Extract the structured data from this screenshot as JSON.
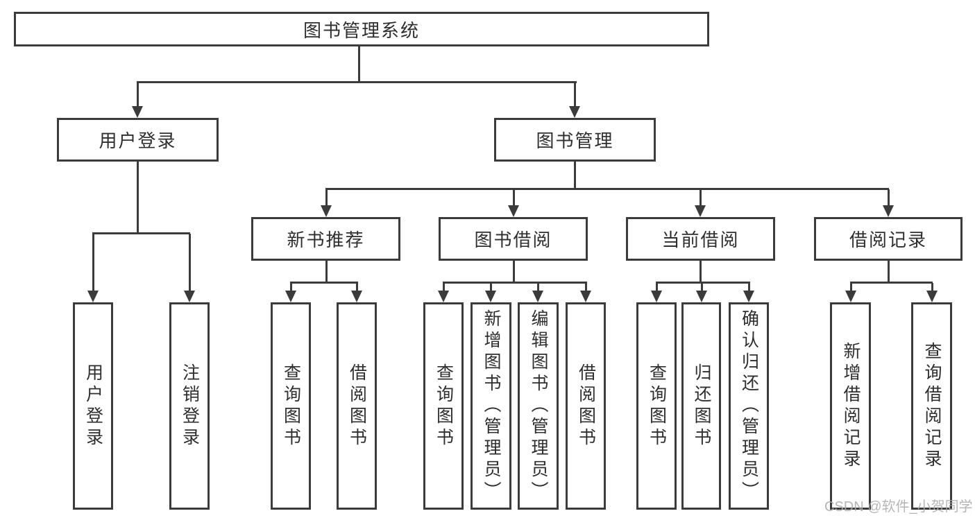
{
  "diagram": {
    "root": {
      "label": "图书管理系统"
    },
    "user_login": {
      "label": "用户登录",
      "children": [
        {
          "label": "用户登录"
        },
        {
          "label": "注销登录"
        }
      ]
    },
    "book_mgmt": {
      "label": "图书管理",
      "groups": [
        {
          "label": "新书推荐",
          "children": [
            {
              "label": "查询图书"
            },
            {
              "label": "借阅图书"
            }
          ]
        },
        {
          "label": "图书借阅",
          "children": [
            {
              "label": "查询图书"
            },
            {
              "label": "新增图书（管理员）"
            },
            {
              "label": "编辑图书（管理员）"
            },
            {
              "label": "借阅图书"
            }
          ]
        },
        {
          "label": "当前借阅",
          "children": [
            {
              "label": "查询图书"
            },
            {
              "label": "归还图书"
            },
            {
              "label": "确认归还（管理员）"
            }
          ]
        },
        {
          "label": "借阅记录",
          "children": [
            {
              "label": "新增借阅记录"
            },
            {
              "label": "查询借阅记录"
            }
          ]
        }
      ]
    },
    "watermark": "CSDN @软件_小贺同学"
  }
}
